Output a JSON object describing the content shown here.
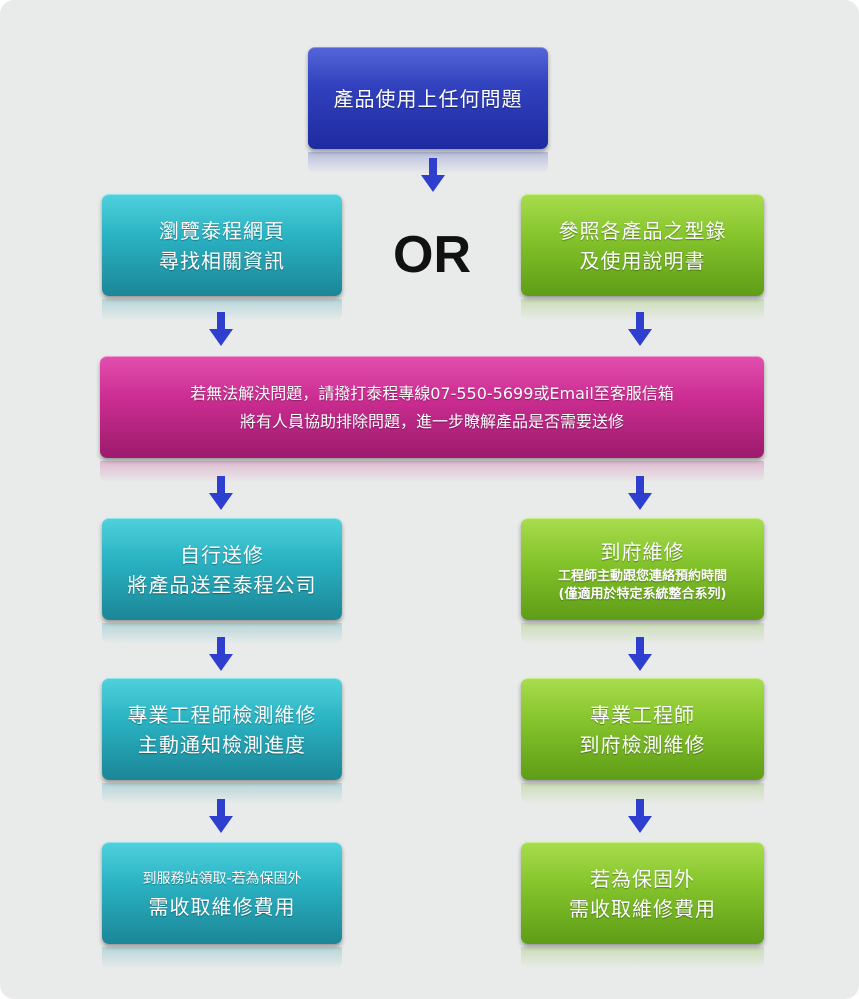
{
  "colors": {
    "blue": "#2d3cb8",
    "teal": "#2ab3c3",
    "green": "#86c52c",
    "magenta": "#cc2d92",
    "arrow": "#2e3fcf",
    "background": "#e9ebea"
  },
  "top": {
    "line1": "產品使用上任何問題"
  },
  "or_label": "OR",
  "left_option": {
    "line1": "瀏覽泰程網頁",
    "line2": "尋找相關資訊"
  },
  "right_option": {
    "line1": "參照各產品之型錄",
    "line2": "及使用說明書"
  },
  "contact": {
    "line1": "若無法解決問題，請撥打泰程專線07-550-5699或Email至客服信箱",
    "line2": "將有人員協助排除問題，進一步瞭解產品是否需要送修"
  },
  "left_path": [
    {
      "line1": "自行送修",
      "line2": "將產品送至泰程公司"
    },
    {
      "line1": "專業工程師檢測維修",
      "line2": "主動通知檢測進度"
    },
    {
      "line1": "到服務站領取-若為保固外",
      "line2": "需收取維修費用"
    }
  ],
  "right_path": [
    {
      "line1": "到府維修",
      "line2": "工程師主動跟您連絡預約時間",
      "line3": "(僅適用於特定系統整合系列)"
    },
    {
      "line1": "專業工程師",
      "line2": "到府檢測維修"
    },
    {
      "line1": "若為保固外",
      "line2": "需收取維修費用"
    }
  ]
}
